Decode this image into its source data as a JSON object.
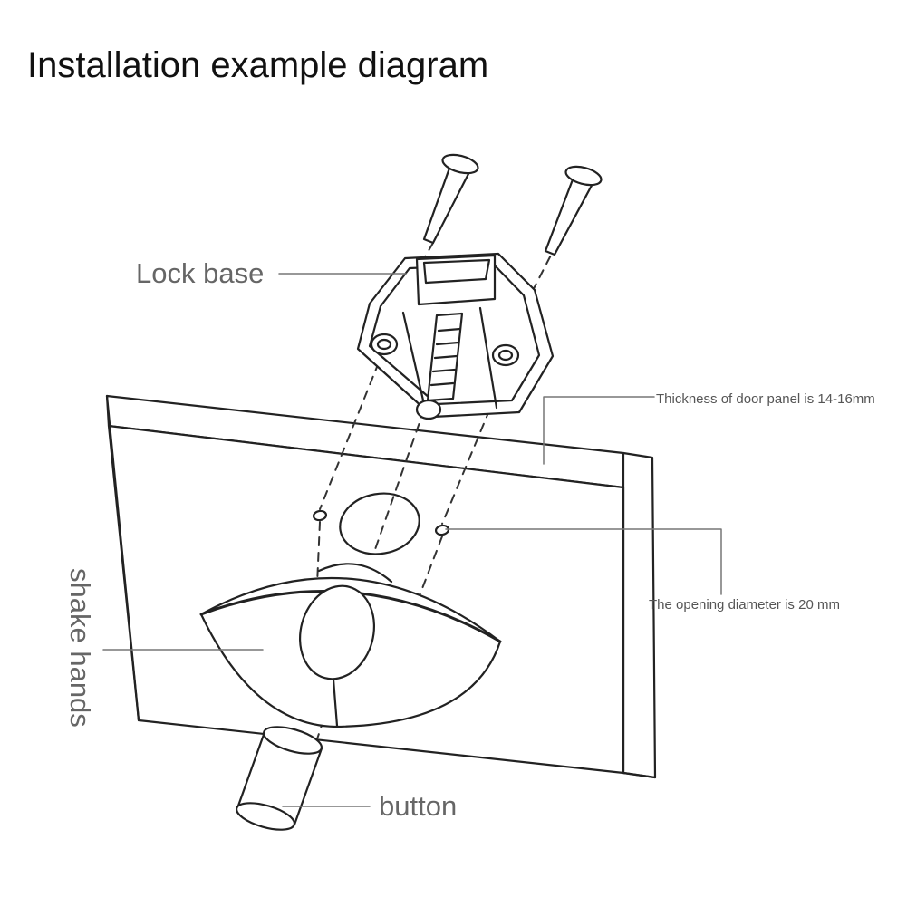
{
  "title": "Installation example diagram",
  "labels": {
    "lock_base": "Lock base",
    "door_thickness": "Thickness of door panel is 14-16mm",
    "opening_diameter": "The opening diameter is 20 mm",
    "shake_hands": "shake hands",
    "button": "button"
  },
  "colors": {
    "line": "#222222",
    "leader": "#777777",
    "title": "#111111",
    "label": "#666666"
  }
}
